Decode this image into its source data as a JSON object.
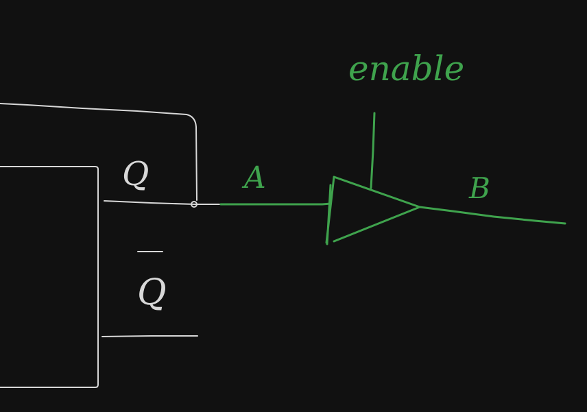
{
  "labels": {
    "q": "Q",
    "q_bar": "Q",
    "net_in": "A",
    "net_out": "B",
    "enable": "enable"
  },
  "colors": {
    "background": "#111111",
    "white_ink": "#d8d8d8",
    "green_ink": "#3fa34d"
  }
}
